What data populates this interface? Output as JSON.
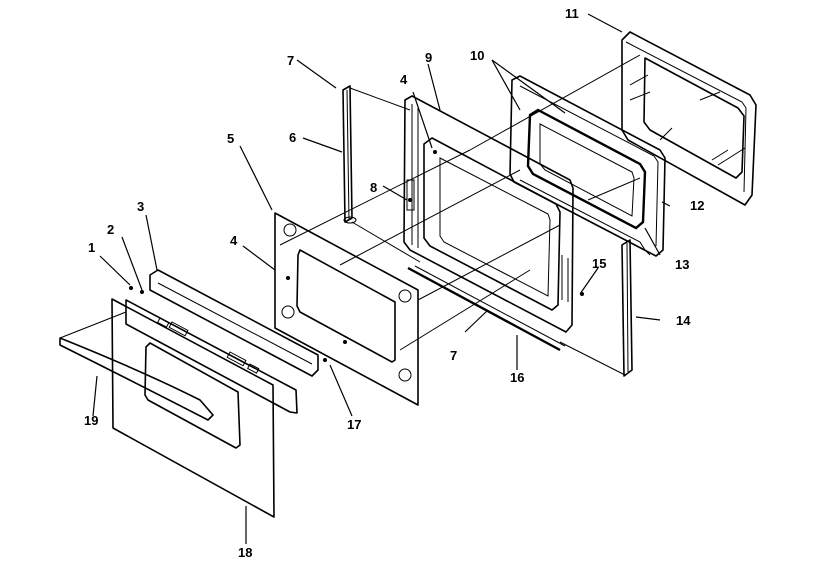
{
  "title": "Oven Door Assembly - Exploded Parts Diagram",
  "callouts": [
    {
      "id": "1",
      "label": "1",
      "part": "screw"
    },
    {
      "id": "2",
      "label": "2",
      "part": "screw"
    },
    {
      "id": "3",
      "label": "3",
      "part": "door trim / vent channel"
    },
    {
      "id": "4a",
      "label": "4",
      "part": "screw"
    },
    {
      "id": "4b",
      "label": "4",
      "part": "screw"
    },
    {
      "id": "5",
      "label": "5",
      "part": "inner door glass panel"
    },
    {
      "id": "6",
      "label": "6",
      "part": "side channel"
    },
    {
      "id": "7a",
      "label": "7",
      "part": "side channel cap"
    },
    {
      "id": "7b",
      "label": "7",
      "part": "bottom channel"
    },
    {
      "id": "8",
      "label": "8",
      "part": "screw"
    },
    {
      "id": "9",
      "label": "9",
      "part": "door frame"
    },
    {
      "id": "10",
      "label": "10",
      "part": "window glass"
    },
    {
      "id": "11",
      "label": "11",
      "part": "inner door liner"
    },
    {
      "id": "12",
      "label": "12",
      "part": "insulation frame"
    },
    {
      "id": "13",
      "label": "13",
      "part": "gasket"
    },
    {
      "id": "14",
      "label": "14",
      "part": "side panel"
    },
    {
      "id": "15",
      "label": "15",
      "part": "screw"
    },
    {
      "id": "16",
      "label": "16",
      "part": "bottom trim rod"
    },
    {
      "id": "17",
      "label": "17",
      "part": "screw"
    },
    {
      "id": "18",
      "label": "18",
      "part": "outer door panel"
    },
    {
      "id": "19",
      "label": "19",
      "part": "door handle"
    }
  ]
}
